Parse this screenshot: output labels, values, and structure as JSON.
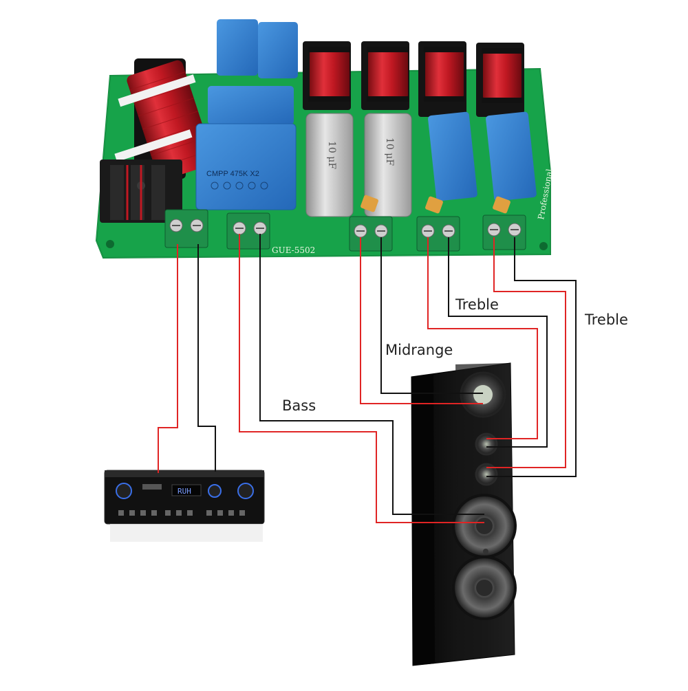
{
  "labels": {
    "treble_1": "Treble",
    "treble_2": "Treble",
    "midrange": "Midrange",
    "bass": "Bass"
  },
  "board": {
    "model_text": "GUE-5502",
    "side_text": "Professional",
    "cap_large_text": "CMPP 475K X2",
    "cap_small_text": "10 μF"
  },
  "amplifier": {
    "display_text": "RUH"
  },
  "colors": {
    "pcb": "#17a34a",
    "wire_positive": "#e02424",
    "wire_negative": "#111111",
    "capacitor_blue": "#2f7fd0",
    "coil_copper": "#d0202a",
    "speaker_cabinet": "#0d0d0d"
  }
}
